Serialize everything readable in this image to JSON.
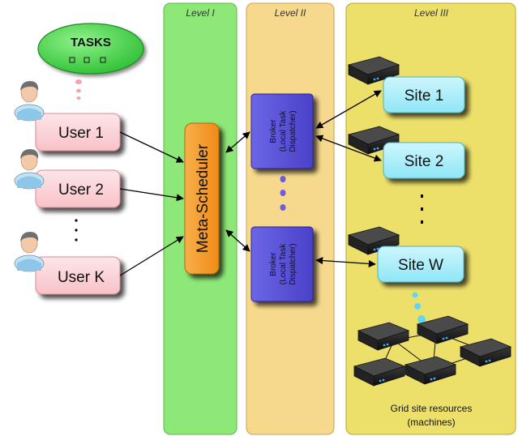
{
  "levels": {
    "level1": "Level I",
    "level2": "Level II",
    "level3": "Level III"
  },
  "tasks": {
    "label": "TASKS"
  },
  "users": [
    {
      "label": "User 1"
    },
    {
      "label": "User 2"
    },
    {
      "label": "User K"
    }
  ],
  "meta_scheduler": {
    "label": "Meta-Scheduler"
  },
  "brokers": [
    {
      "line1": "Broker",
      "line2": "(Local Task",
      "line3": "Dispatcher)"
    },
    {
      "line1": "Broker",
      "line2": "(Local Task",
      "line3": "Dispatcher)"
    }
  ],
  "sites": [
    {
      "label": "Site 1"
    },
    {
      "label": "Site 2"
    },
    {
      "label": "Site W"
    }
  ],
  "grid_resources": {
    "line1": "Grid site resources",
    "line2": "(machines)"
  },
  "colors": {
    "level1_band": "#8ee877",
    "level2_band": "#f6d98c",
    "level3_band": "#ede06a",
    "user_box": "#fcd2d6",
    "meta_scheduler": "#f59a2b",
    "broker": "#5b52d8",
    "site_box": "#aaeefa",
    "tasks_cloud": "#41d647"
  }
}
